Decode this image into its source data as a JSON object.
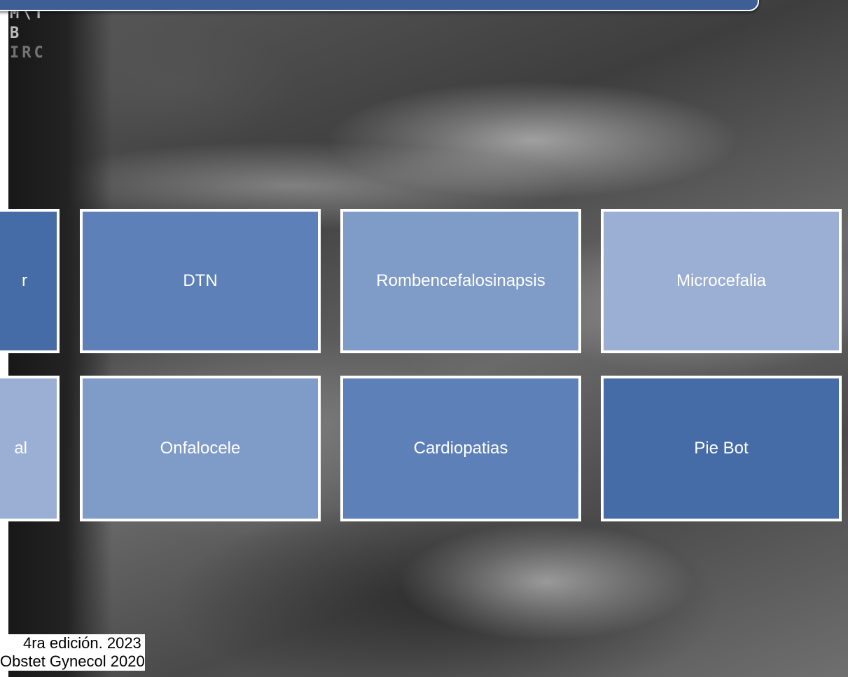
{
  "background": {
    "image": "fetal-ultrasound-scan",
    "overlay_text": [
      "M\\T",
      "B",
      "IRC"
    ]
  },
  "tiles": [
    {
      "label": "r",
      "color": "#456ca6"
    },
    {
      "label": "DTN",
      "color": "#5d80b8"
    },
    {
      "label": "Rombencefalosinapsis",
      "color": "#7f9bc7"
    },
    {
      "label": "Microcefalia",
      "color": "#9aafd3"
    },
    {
      "label": "al",
      "color": "#9aafd3"
    },
    {
      "label": "Onfalocele",
      "color": "#7f9bc7"
    },
    {
      "label": "Cardiopatias",
      "color": "#5d80b8"
    },
    {
      "label": "Pie Bot",
      "color": "#456ca6"
    }
  ],
  "source": {
    "line1": "4ra edición. 2023",
    "line2": "Obstet Gynecol 2020"
  },
  "colors": {
    "top_bar": "#3d5f95",
    "tile_border": "#ffffff"
  }
}
